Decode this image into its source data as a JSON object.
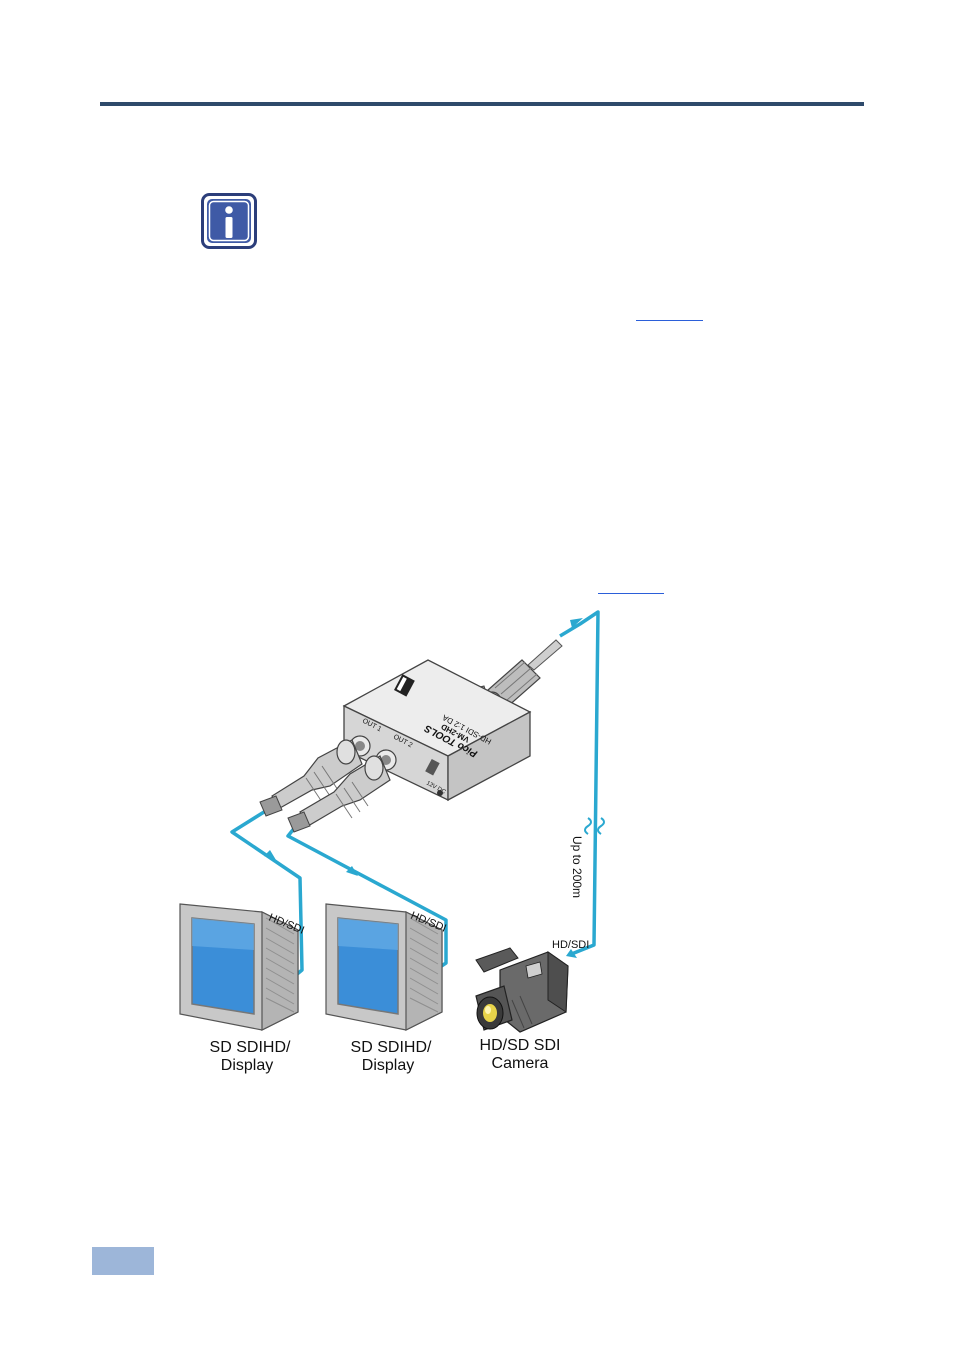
{
  "diagram": {
    "cable_length": "Up to 200m",
    "hdsdi_tag": "HD/SDI",
    "device": {
      "brand_line": "Pico TOOLS",
      "model": "VM-2HD",
      "model_sub": "HD-SDI 1:2 DA",
      "out1": "OUT 1",
      "out2": "OUT 2",
      "power": "12V DC"
    },
    "display1": {
      "line1": "SD SDIHD/",
      "line2": "Display"
    },
    "display2": {
      "line1": "SD SDIHD/",
      "line2": "Display"
    },
    "camera": {
      "line1": "HD/SD SDI",
      "line2": "Camera"
    }
  },
  "colors": {
    "rule": "#2e4a6b",
    "cable": "#2aa8d0",
    "screen": "#3b8ed8",
    "page_tab": "#9db6d9",
    "icon_blue": "#3f5aa6"
  }
}
